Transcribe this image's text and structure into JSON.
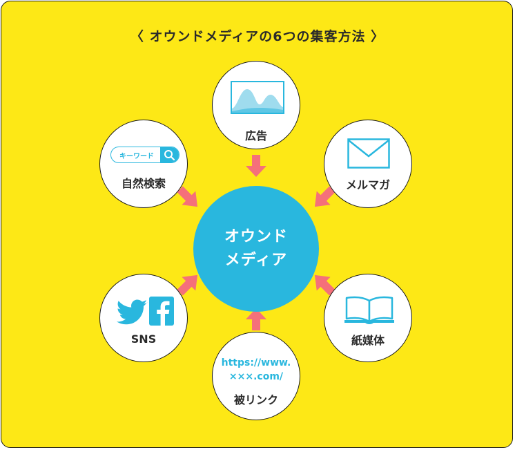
{
  "title": "〈 オウンドメディアの6つの集客方法 〉",
  "center": {
    "line1": "オウンド",
    "line2": "メディア"
  },
  "nodes": {
    "ad": {
      "label": "広告",
      "icon": "landscape-image-icon"
    },
    "search": {
      "label": "自然検索",
      "icon": "search-box-icon",
      "search_text": "キーワード"
    },
    "mail": {
      "label": "メルマガ",
      "icon": "envelope-icon"
    },
    "sns": {
      "label": "SNS",
      "icon": "twitter-facebook-icon"
    },
    "print": {
      "label": "紙媒体",
      "icon": "open-book-icon"
    },
    "link": {
      "label": "被リンク",
      "url_line1": "https://www.",
      "url_line2": "×××.com/"
    }
  },
  "colors": {
    "background": "#fde816",
    "center": "#29b7de",
    "icon": "#29b7de",
    "arrow": "#f5707a"
  }
}
